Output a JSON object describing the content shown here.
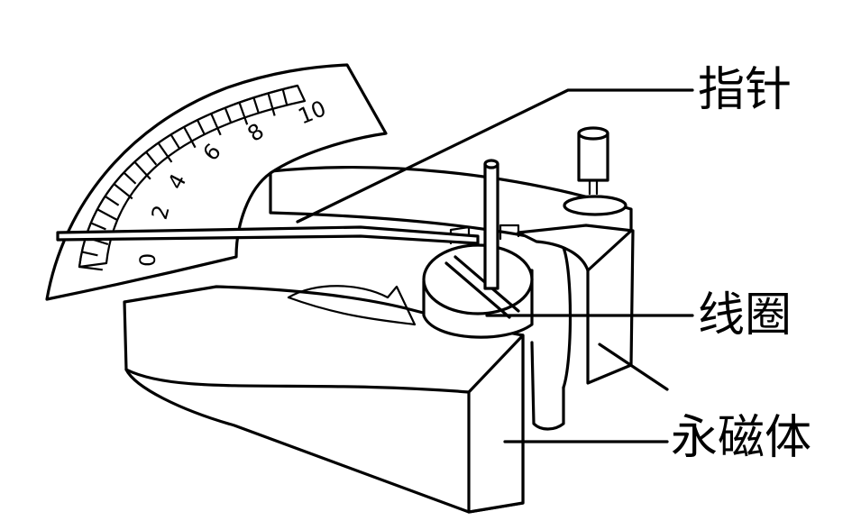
{
  "labels": {
    "pointer": "指针",
    "coil": "线圈",
    "magnet": "永磁体"
  },
  "scale": {
    "numbers": [
      "0",
      "2",
      "4",
      "6",
      "8",
      "10"
    ]
  }
}
